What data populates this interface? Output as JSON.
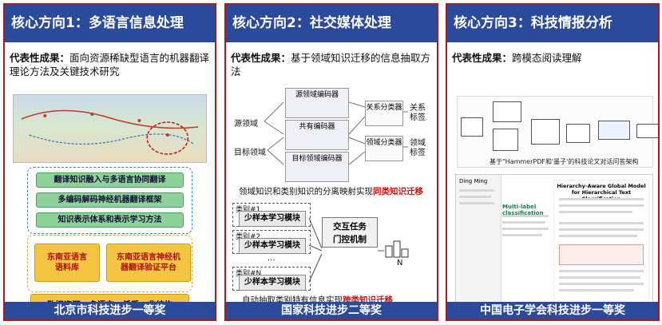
{
  "panels": [
    {
      "title": "核心方向1：多语言信息处理",
      "achievement_label": "代表性成果：",
      "achievement_text": "面向资源稀缺型语言的机器翻译理论方法及关键技术研究",
      "award": "北京市科技进步一等奖",
      "stack_items": [
        "翻译知识融入与多语言协同翻译",
        "多编码解码神经机器翻译框架",
        "知识表示体系和表示学习方法"
      ],
      "resource_boxes": [
        "东南亚语言\n语料库",
        "东南亚语言神经机\n器翻译验证平台"
      ],
      "data_source": "数据资源：多语言、低质、非结构"
    },
    {
      "title": "核心方向2：社交媒体处理",
      "achievement_label": "代表性成果：",
      "achievement_text": "基于领域知识迁移的信息抽取方法",
      "award": "国家科技进步二等奖",
      "encoders": [
        "源领域编码器",
        "共有编码器",
        "目标领域编码器"
      ],
      "domains": [
        "源领域",
        "目标领域"
      ],
      "classifiers": [
        "关系分类器",
        "领域分类器"
      ],
      "outputs": [
        "关系\n标签",
        "领域\n标签"
      ],
      "caption1_prefix": "领域知识和类别知识的分离映射实现",
      "caption1_highlight": "同类知识迁移",
      "class_labels": [
        "类别#1",
        "类别#2",
        "类别#N"
      ],
      "module_label": "少样本学习模块",
      "ellipsis": "...",
      "interaction": "交互任务\n门控机制",
      "n_label": "N",
      "caption2_prefix": "自动抽取类别特有信息实现",
      "caption2_highlight": "跨类知识迁移"
    },
    {
      "title": "核心方向3：科技情报分析",
      "achievement_label": "代表性成果：",
      "achievement_text": "跨模态阅读理解",
      "award": "中国电子学会科技进步一等奖",
      "diagram_caption": "基于\"HammerPDF和'墨子'的科技论文对话问答架构",
      "screenshot_title": "Hierarchy-Aware Global Model for Hierarchical Text Classification",
      "sidebar_name": "Ding Ming",
      "heading": "Multi-label classification"
    }
  ]
}
